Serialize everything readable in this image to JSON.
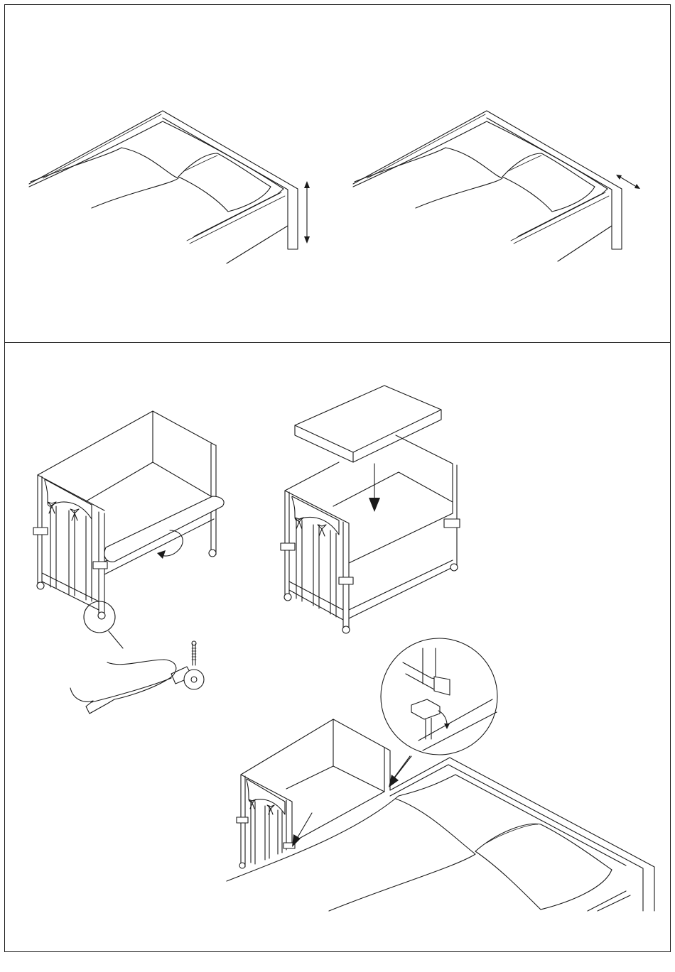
{
  "document": {
    "type": "assembly-instructions-illustration",
    "panels": [
      {
        "id": "top",
        "figures": [
          "bed-height-measurement",
          "bed-edge-gap-measurement"
        ]
      },
      {
        "id": "bottom",
        "figures": [
          "cot-panel-fold",
          "castor-detail",
          "mattress-insertion",
          "cot-attached-to-bed",
          "clamp-detail"
        ]
      }
    ],
    "icons": [
      "arrow-down-icon",
      "rotate-arrow-icon",
      "double-arrow-icon",
      "magnifier-circle-icon"
    ]
  }
}
